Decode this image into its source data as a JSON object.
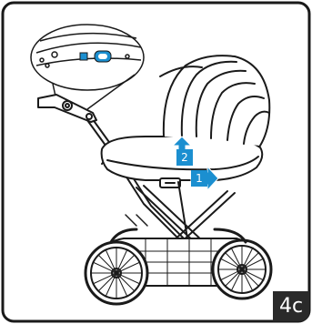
{
  "steps": {
    "step_1": "1",
    "step_2": "2"
  },
  "page_label": "4c",
  "colors": {
    "accent": "#1b8fd0",
    "outline": "#1a1a1a",
    "label_bg": "#2a2a2a"
  },
  "icons": [
    "stroller-illustration",
    "release-button-detail",
    "arrow-right-icon",
    "arrow-up-icon"
  ]
}
